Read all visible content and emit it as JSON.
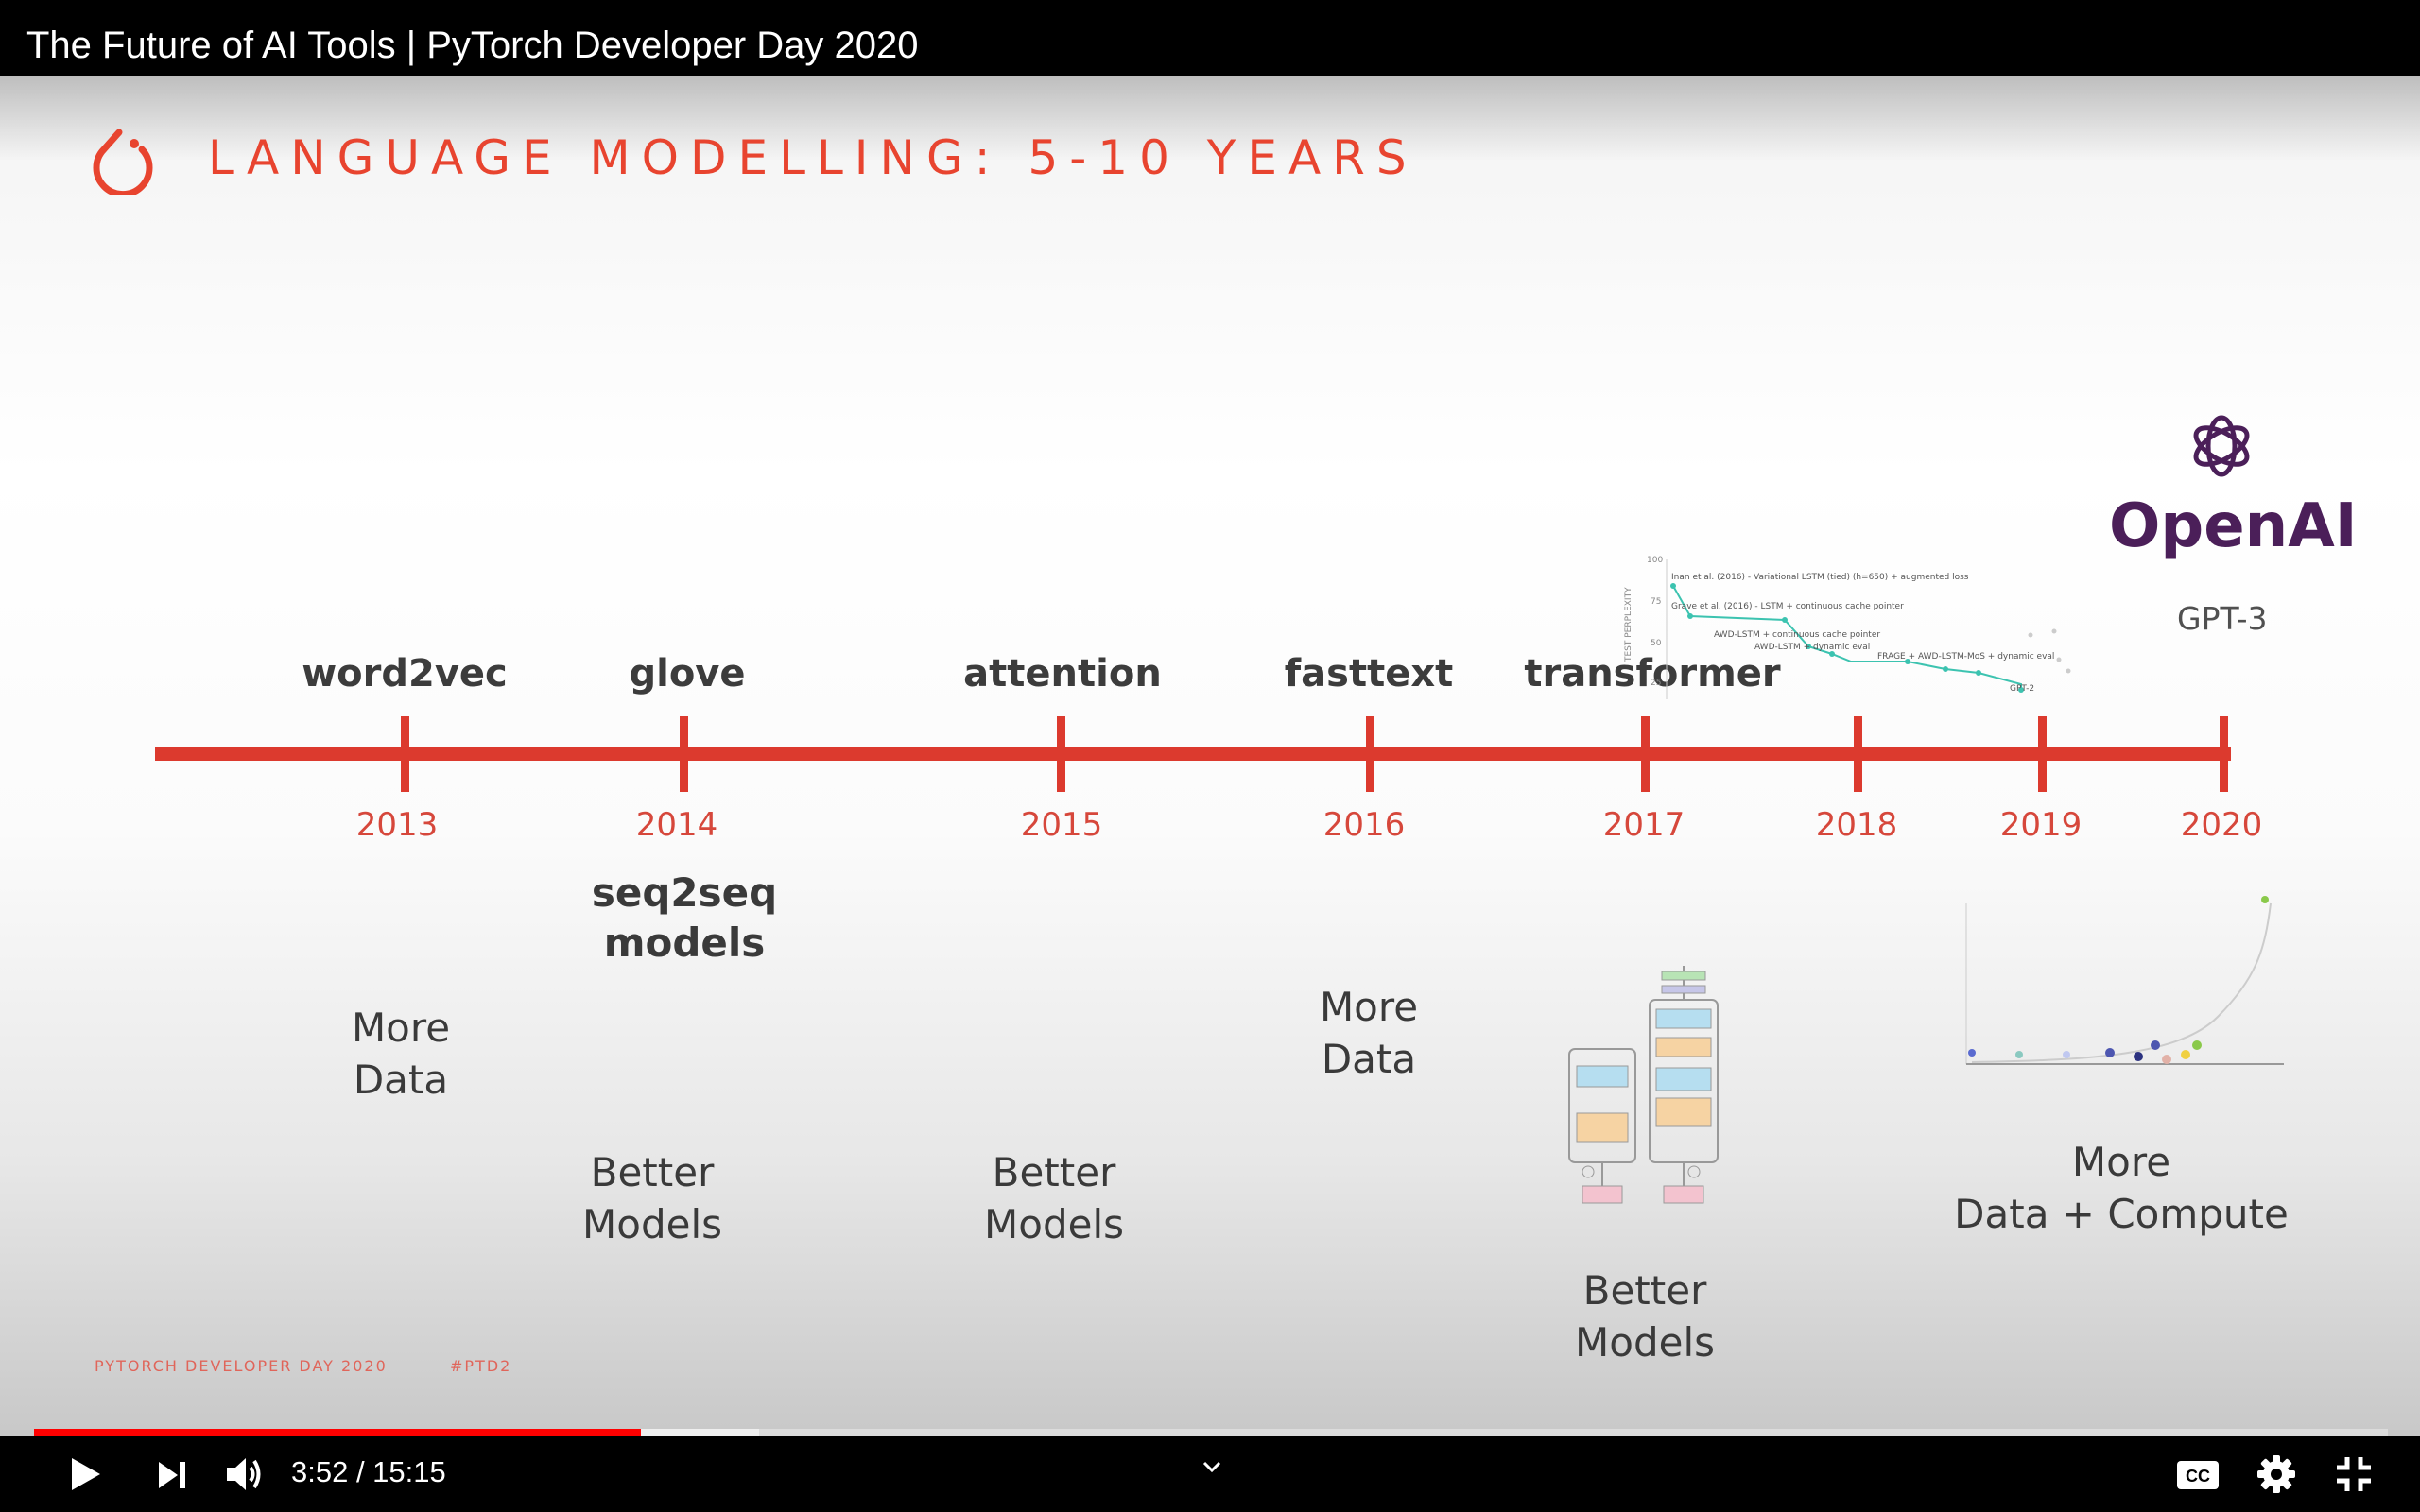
{
  "video": {
    "title": "The Future of AI Tools | PyTorch Developer Day 2020"
  },
  "slide": {
    "title": "LANGUAGE MODELLING: 5-10 YEARS",
    "footer_left": "PYTORCH DEVELOPER DAY 2020",
    "footer_right": "#PTD2",
    "openai_text": "OpenAI",
    "gpt3": "GPT-3",
    "accent_color": "#e8442f",
    "timeline": {
      "years": [
        "2013",
        "2014",
        "2015",
        "2016",
        "2017",
        "2018",
        "2019",
        "2020"
      ],
      "above": [
        "word2vec",
        "glove",
        "attention",
        "fasttext",
        "transformer"
      ],
      "seq2seq": [
        "seq2seq",
        "models"
      ],
      "notes": {
        "more_data_2013": [
          "More",
          "Data"
        ],
        "better_models_2014": [
          "Better",
          "Models"
        ],
        "better_models_2015": [
          "Better",
          "Models"
        ],
        "more_data_2016": [
          "More",
          "Data"
        ],
        "better_models_2017": [
          "Better",
          "Models"
        ],
        "more_data_compute_2020": [
          "More",
          "Data + Compute"
        ]
      }
    },
    "perplexity_chart": {
      "ylabel": "TEST PERPLEXITY",
      "yticks": [
        "100",
        "75",
        "50",
        "25"
      ],
      "annotations": [
        "Inan et al. (2016) - Variational LSTM (tied) (h=650) + augmented loss",
        "Grave et al. (2016) - LSTM + continuous cache pointer",
        "AWD-LSTM + continuous cache pointer",
        "AWD-LSTM + dynamic eval",
        "FRAGE + AWD-LSTM-MoS + dynamic eval",
        "GPT-2"
      ]
    }
  },
  "player": {
    "time": "3:52 / 15:15",
    "progress_played": 0.258,
    "progress_buffered": 0.308,
    "icons": [
      "play-icon",
      "next-icon",
      "volume-icon",
      "chevron-down-icon",
      "cc-icon",
      "settings-icon",
      "exit-fullscreen-icon"
    ]
  }
}
